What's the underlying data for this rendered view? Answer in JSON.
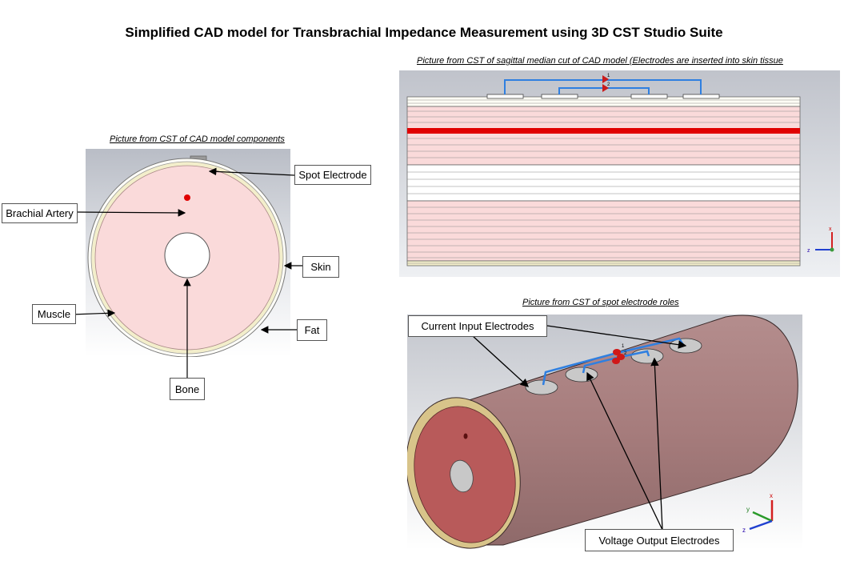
{
  "title": "Simplified CAD model for Transbrachial Impedance Measurement using 3D CST Studio Suite",
  "cross_section": {
    "caption": "Picture from CST of CAD model components",
    "labels": {
      "spot_electrode": "Spot Electrode",
      "brachial_artery": "Brachial Artery",
      "skin": "Skin",
      "muscle": "Muscle",
      "fat": "Fat",
      "bone": "Bone"
    }
  },
  "sagittal_cut": {
    "caption": "Picture from CST of sagittal median cut of CAD model (Electrodes are inserted into skin tissue",
    "port_labels": [
      "1",
      "2"
    ],
    "axes": {
      "x": "x",
      "z": "z"
    }
  },
  "electrode_roles": {
    "caption": "Picture from CST of spot electrode roles",
    "labels": {
      "current_input": "Current Input Electrodes",
      "voltage_output": "Voltage Output Electrodes"
    },
    "port_labels": [
      "1",
      "2"
    ],
    "axes": {
      "x": "x",
      "y": "y",
      "z": "z"
    }
  },
  "colors": {
    "muscle": "#fadada",
    "fat": "#f7f3d2",
    "artery": "#e00000",
    "wire": "#2f7fe0",
    "cylinder": "#a87f7f"
  }
}
